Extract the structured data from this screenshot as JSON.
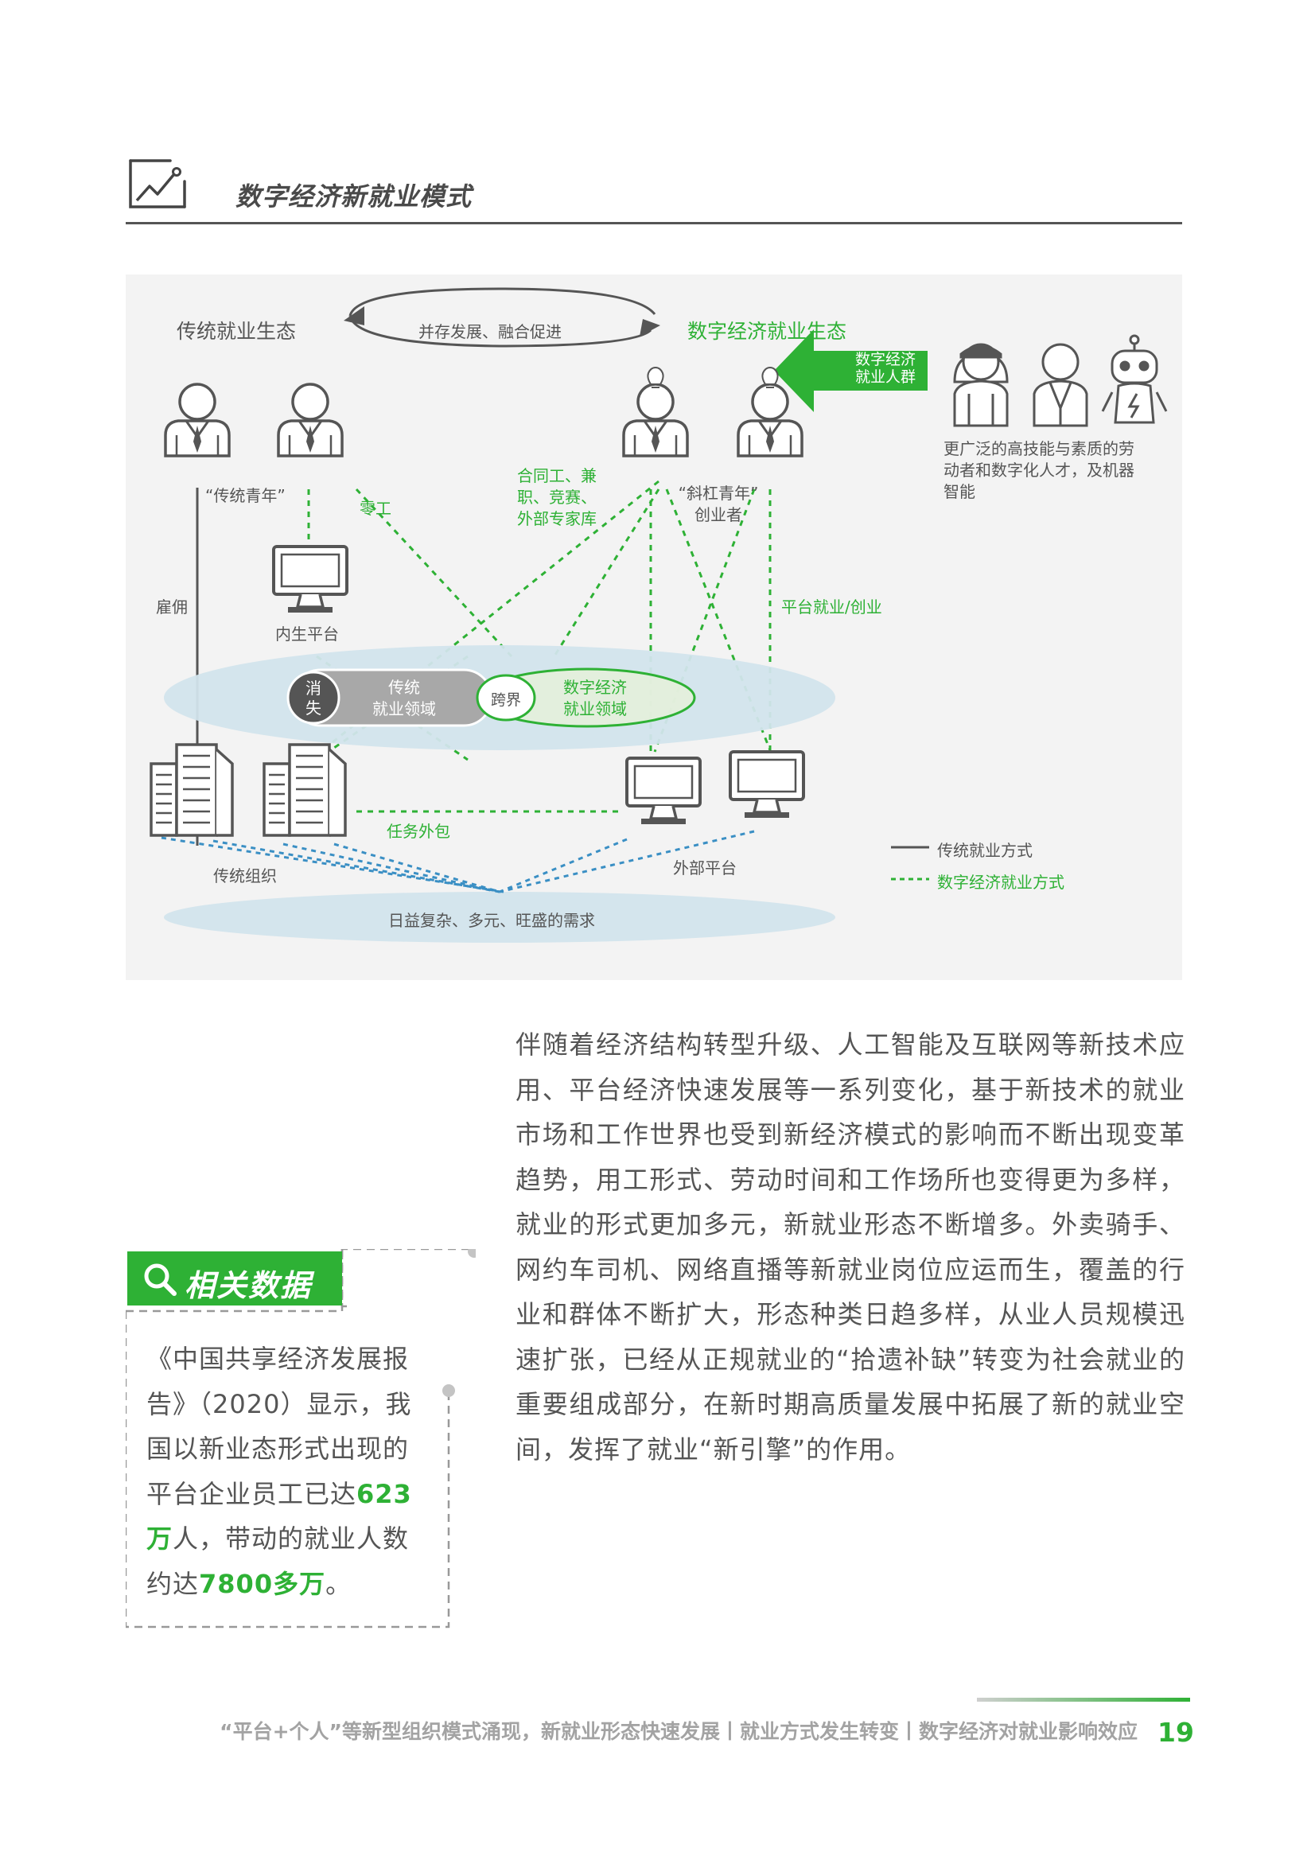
{
  "header": {
    "title": "数字经济新就业模式"
  },
  "figure": {
    "traditional_ecology": "传统就业生态",
    "digital_ecology": "数字经济就业生态",
    "coexist": "并存发展、融合促进",
    "digital_crowd": [
      "数字经济",
      "就业人群"
    ],
    "crowd_desc": [
      "更广泛的高技能与素质的劳",
      "动者和数字化人才，及机器",
      "智能"
    ],
    "traditional_youth": "“传统青年”",
    "slash_youth": [
      "“斜杠青年”",
      "创业者"
    ],
    "odd_jobs": "零工",
    "contract": [
      "合同工、兼",
      "职、竞赛、",
      "外部专家库"
    ],
    "employ": "雇佣",
    "internal_platform": "内生平台",
    "platform_employ": "平台就业/创业",
    "disappear": [
      "消",
      "失"
    ],
    "traditional_field": [
      "传统",
      "就业领域"
    ],
    "crossover": "跨界",
    "digital_field": [
      "数字经济",
      "就业领域"
    ],
    "traditional_org": "传统组织",
    "outsource": "任务外包",
    "external_platform": "外部平台",
    "demand": "日益复杂、多元、旺盛的需求",
    "legend_traditional": "传统就业方式",
    "legend_digital": "数字经济就业方式",
    "colors": {
      "green": "#2eb135",
      "gray": "#555555",
      "blue": "#3a8fc4"
    }
  },
  "body_paragraph": "伴随着经济结构转型升级、人工智能及互联网等新技术应用、平台经济快速发展等一系列变化，基于新技术的就业市场和工作世界也受到新经济模式的影响而不断出现变革趋势，用工形式、劳动时间和工作场所也变得更为多样，就业的形式更加多元，新就业形态不断增多。外卖骑手、网约车司机、网络直播等新就业岗位应运而生，覆盖的行业和群体不断扩大，形态种类日趋多样，从业人员规模迅速扩张，已经从正规就业的“拾遗补缺”转变为社会就业的重要组成部分，在新时期高质量发展中拓展了新的就业空间，发挥了就业“新引擎”的作用。",
  "related": {
    "label": "相关数据",
    "icon": "search-icon",
    "text_1": "《中国共享经济发展报告》（2020）显示，我国以新业态形式出现的平台企业员工已达",
    "value_1": "623万",
    "text_2": "人，带动的就业人数约达",
    "value_2": "7800多万",
    "text_3": "。"
  },
  "footer": {
    "text": "“平台+个人”等新型组织模式涌现，新就业形态快速发展丨就业方式发生转变丨数字经济对就业影响效应",
    "page": "19"
  }
}
